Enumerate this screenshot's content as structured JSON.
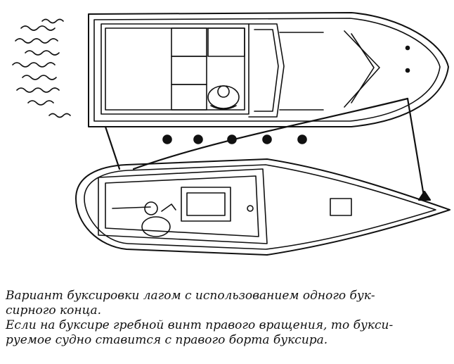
{
  "figure": {
    "objects": [
      "towing-boat",
      "towed-sailboat",
      "tow-line",
      "fenders",
      "water-wake"
    ],
    "colors": {
      "ink": "#111111",
      "paper": "#ffffff"
    }
  },
  "caption": {
    "line1": "Вариант буксировки лагом с использованием одного бук-",
    "line2": "сирного конца.",
    "line3": "Если на буксире гребной  винт правого вращения, то букси-",
    "line4": "руемое судно ставится с правого борта буксира."
  }
}
